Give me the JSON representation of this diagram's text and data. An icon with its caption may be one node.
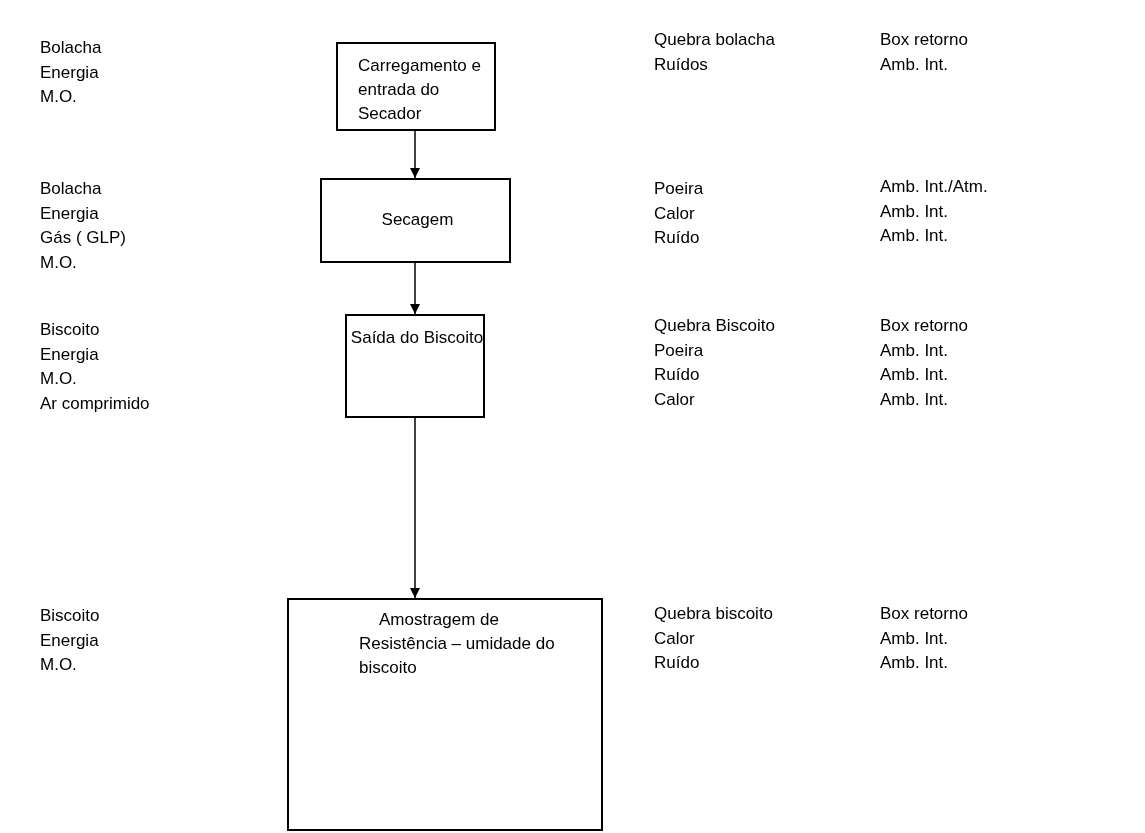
{
  "diagram": {
    "nodes": [
      {
        "text": [
          "Carregamento e entrada do Secador"
        ]
      },
      {
        "text": [
          "Secagem"
        ]
      },
      {
        "text": [
          "Saída do Biscoito"
        ]
      },
      {
        "text": [
          "Amostragem de Resistência – umidade do biscoito"
        ]
      }
    ],
    "edges": [
      {
        "from": 0,
        "to": 1,
        "arrow": "to"
      },
      {
        "from": 1,
        "to": 2,
        "arrow": "to"
      },
      {
        "from": 2,
        "to": 3,
        "arrow": "to"
      }
    ],
    "labels": [
      "Bolacha",
      "Energia",
      "M.O.",
      "Quebra bolacha",
      "Ruídos",
      "Box retorno",
      "Amb. Int.",
      "Bolacha",
      "Energia",
      "Gás ( GLP)",
      "M.O.",
      "Poeira",
      "Calor",
      "Ruído",
      "Amb. Int./Atm.",
      "Amb. Int.",
      "Amb. Int.",
      "Biscoito",
      "Energia",
      "M.O.",
      "Ar comprimido",
      "Quebra Biscoito",
      "Poeira",
      "Ruído",
      "Calor",
      "Box retorno",
      "Amb. Int.",
      "Amb. Int.",
      "Amb. Int.",
      "Biscoito",
      "Energia",
      "M.O.",
      "Quebra biscoito",
      "Calor",
      "Ruído",
      "Box retorno",
      "Amb. Int.",
      "Amb. Int."
    ]
  }
}
